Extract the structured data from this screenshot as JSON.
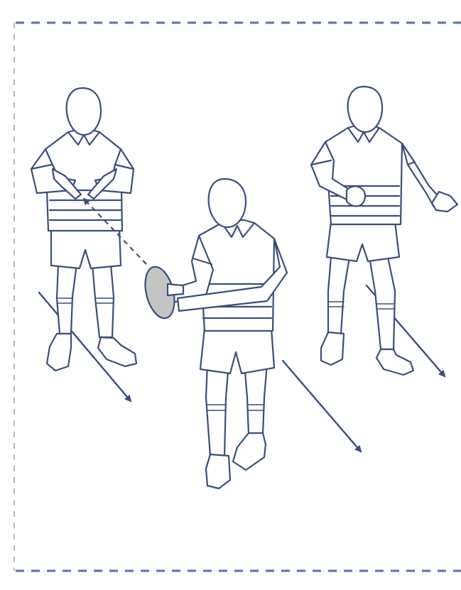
{
  "diagram": {
    "colors": {
      "line": "#3a4f79",
      "border": "#5b6fa8",
      "ball_fill": "#c4c4c4",
      "background": "#ffffff"
    },
    "elements": [
      "left-player",
      "center-player",
      "right-player",
      "rugby-ball",
      "pass-arrow",
      "run-arrow-left",
      "run-arrow-center",
      "run-arrow-right"
    ]
  }
}
